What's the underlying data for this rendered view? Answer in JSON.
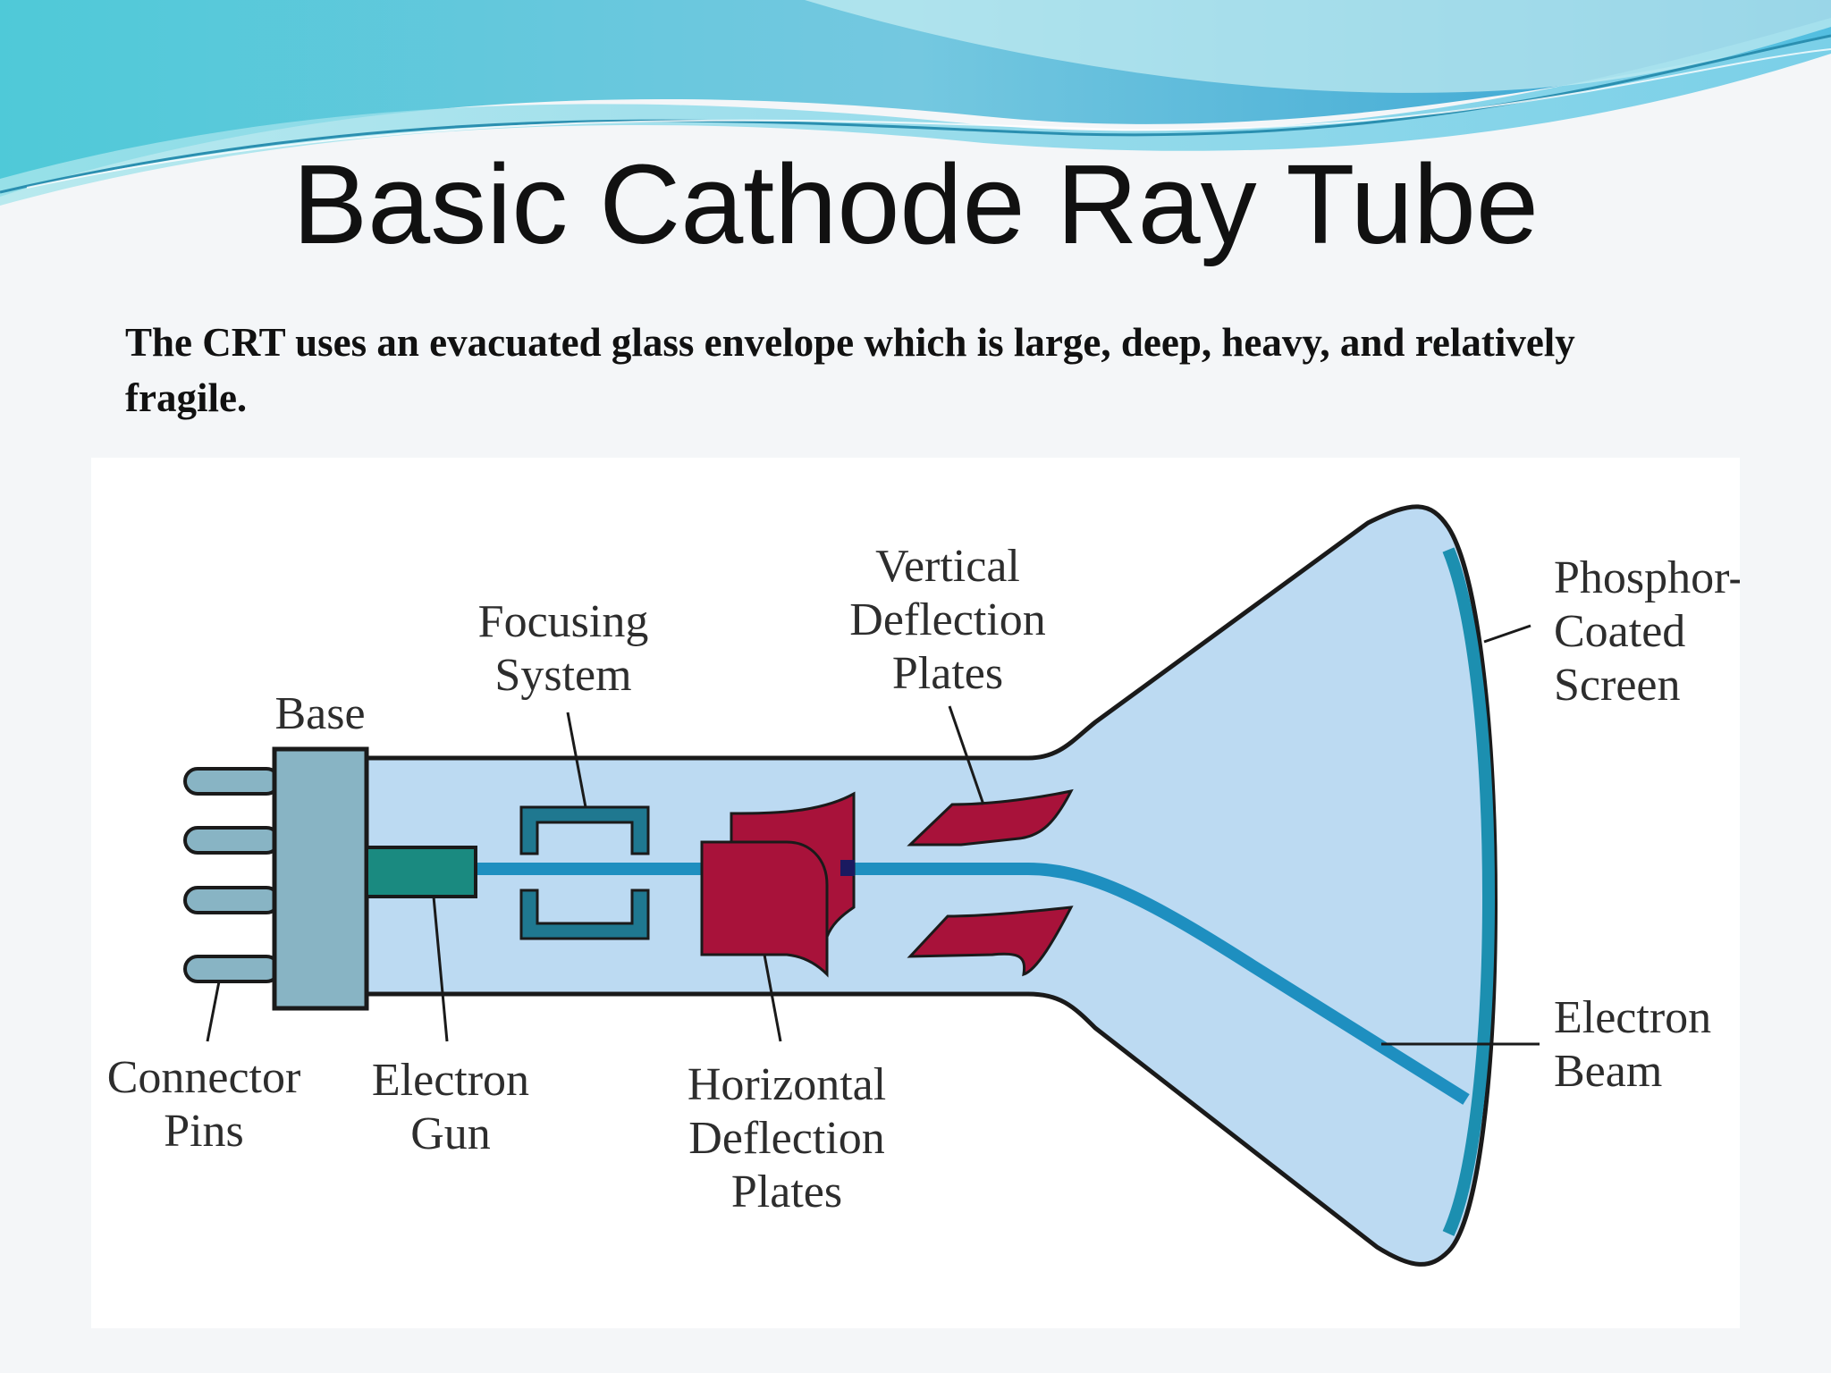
{
  "slide": {
    "title": "Basic Cathode Ray Tube",
    "subtitle": "The CRT uses an evacuated glass envelope which is large, deep, heavy, and relatively fragile."
  },
  "diagram": {
    "labels": {
      "base": "Base",
      "focusing_system": [
        "Focusing",
        "System"
      ],
      "vertical_deflection_plates": [
        "Vertical",
        "Deflection",
        "Plates"
      ],
      "phosphor_coated_screen": [
        "Phosphor-",
        "Coated",
        "Screen"
      ],
      "connector_pins": [
        "Connector",
        "Pins"
      ],
      "electron_gun": [
        "Electron",
        "Gun"
      ],
      "horizontal_deflection_plates": [
        "Horizontal",
        "Deflection",
        "Plates"
      ],
      "electron_beam": [
        "Electron",
        "Beam"
      ]
    }
  },
  "colors": {
    "tube_fill": "#bcdaf2",
    "tube_outline": "#1a1a1a",
    "beam": "#1e8fc0",
    "screen": "#1c8fb0",
    "plates": "#a8123a",
    "base": "#88b4c4",
    "gun": "#1a8a80",
    "focusing": "#1f7890"
  }
}
